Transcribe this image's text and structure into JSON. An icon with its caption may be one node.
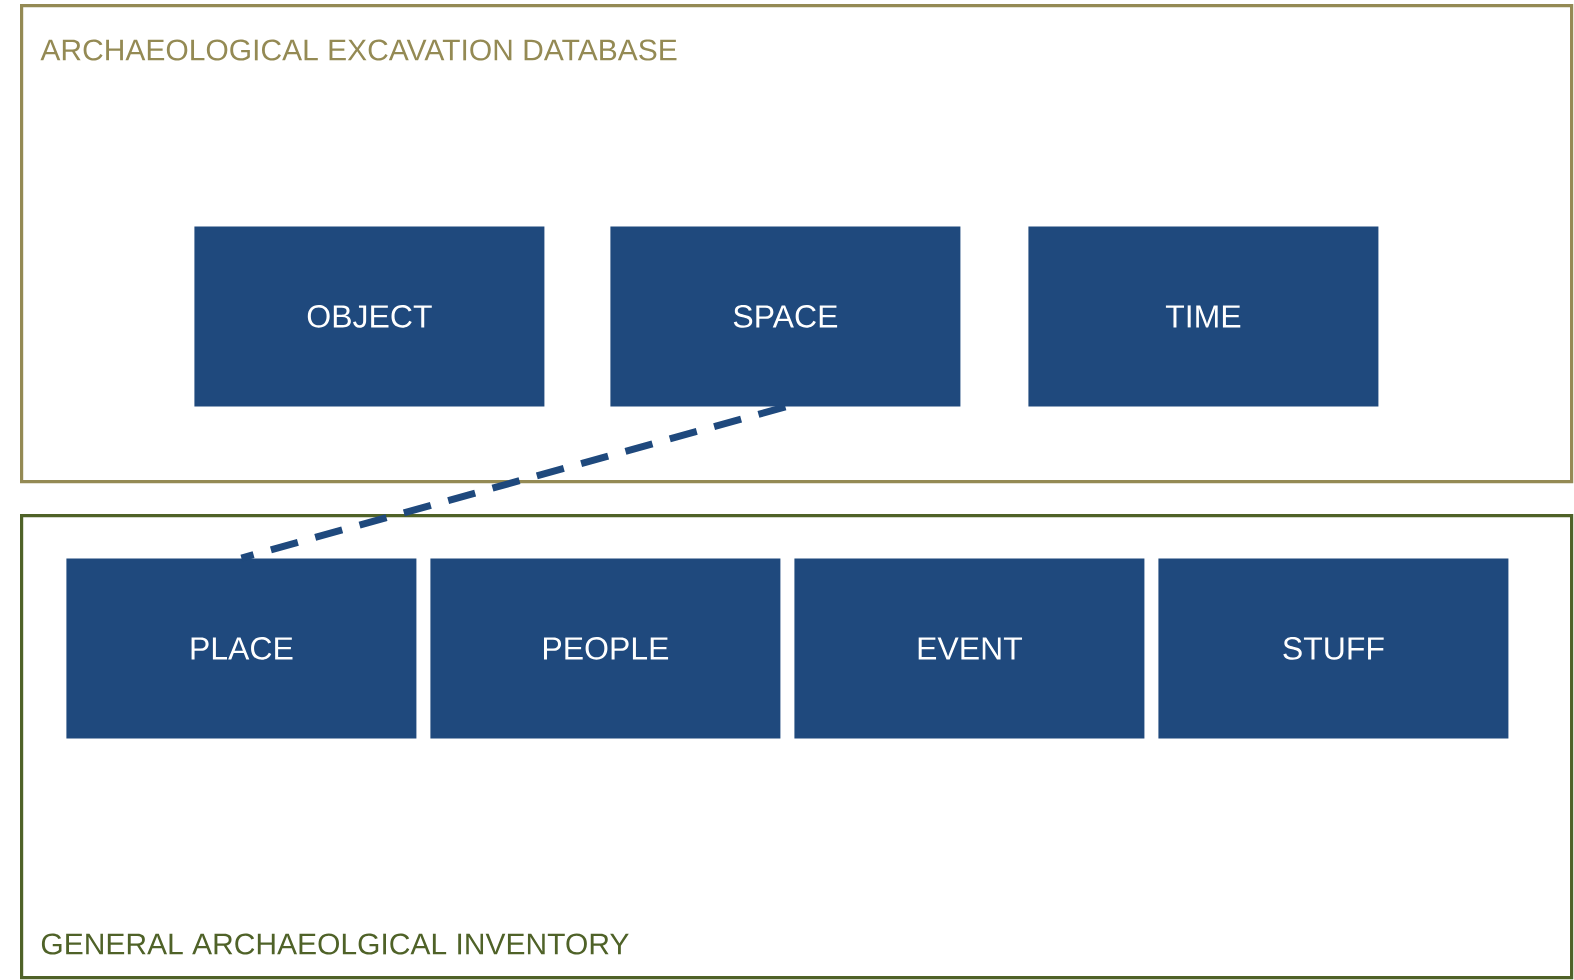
{
  "diagram": {
    "nodes": [
      {
        "text": [
          "ARCHAEOLOGICAL EXCAVATION DATABASE"
        ]
      },
      {
        "text": [
          "OBJECT"
        ],
        "in": 0
      },
      {
        "text": [
          "SPACE"
        ],
        "in": 0
      },
      {
        "text": [
          "TIME"
        ],
        "in": 0
      },
      {
        "text": [
          "GENERAL ARCHAEOLGICAL INVENTORY"
        ]
      },
      {
        "text": [
          "PLACE"
        ],
        "in": 4
      },
      {
        "text": [
          "PEOPLE"
        ],
        "in": 4
      },
      {
        "text": [
          "EVENT"
        ],
        "in": 4
      },
      {
        "text": [
          "STUFF"
        ],
        "in": 4
      }
    ],
    "edges": [
      {
        "from": 2,
        "to": 5,
        "arrow": "none",
        "style": "dashed"
      }
    ]
  }
}
